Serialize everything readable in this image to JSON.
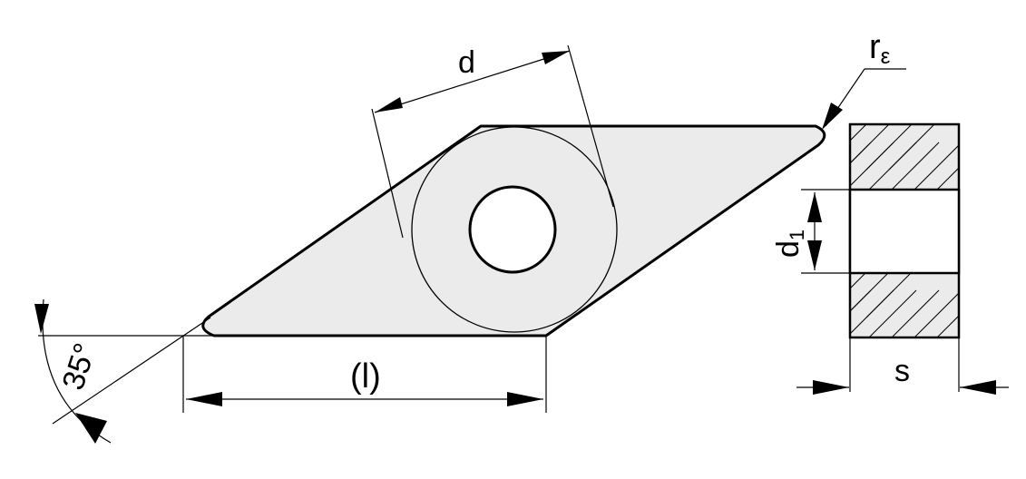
{
  "labels": {
    "d": "d",
    "r_base": "r",
    "r_sub": "ε",
    "d1_base": "d",
    "d1_sub": "1",
    "l": "(l)",
    "angle": "35°",
    "s": "s"
  },
  "colors": {
    "insert_fill": "#ebebeb",
    "line": "#000000",
    "background": "#ffffff"
  }
}
